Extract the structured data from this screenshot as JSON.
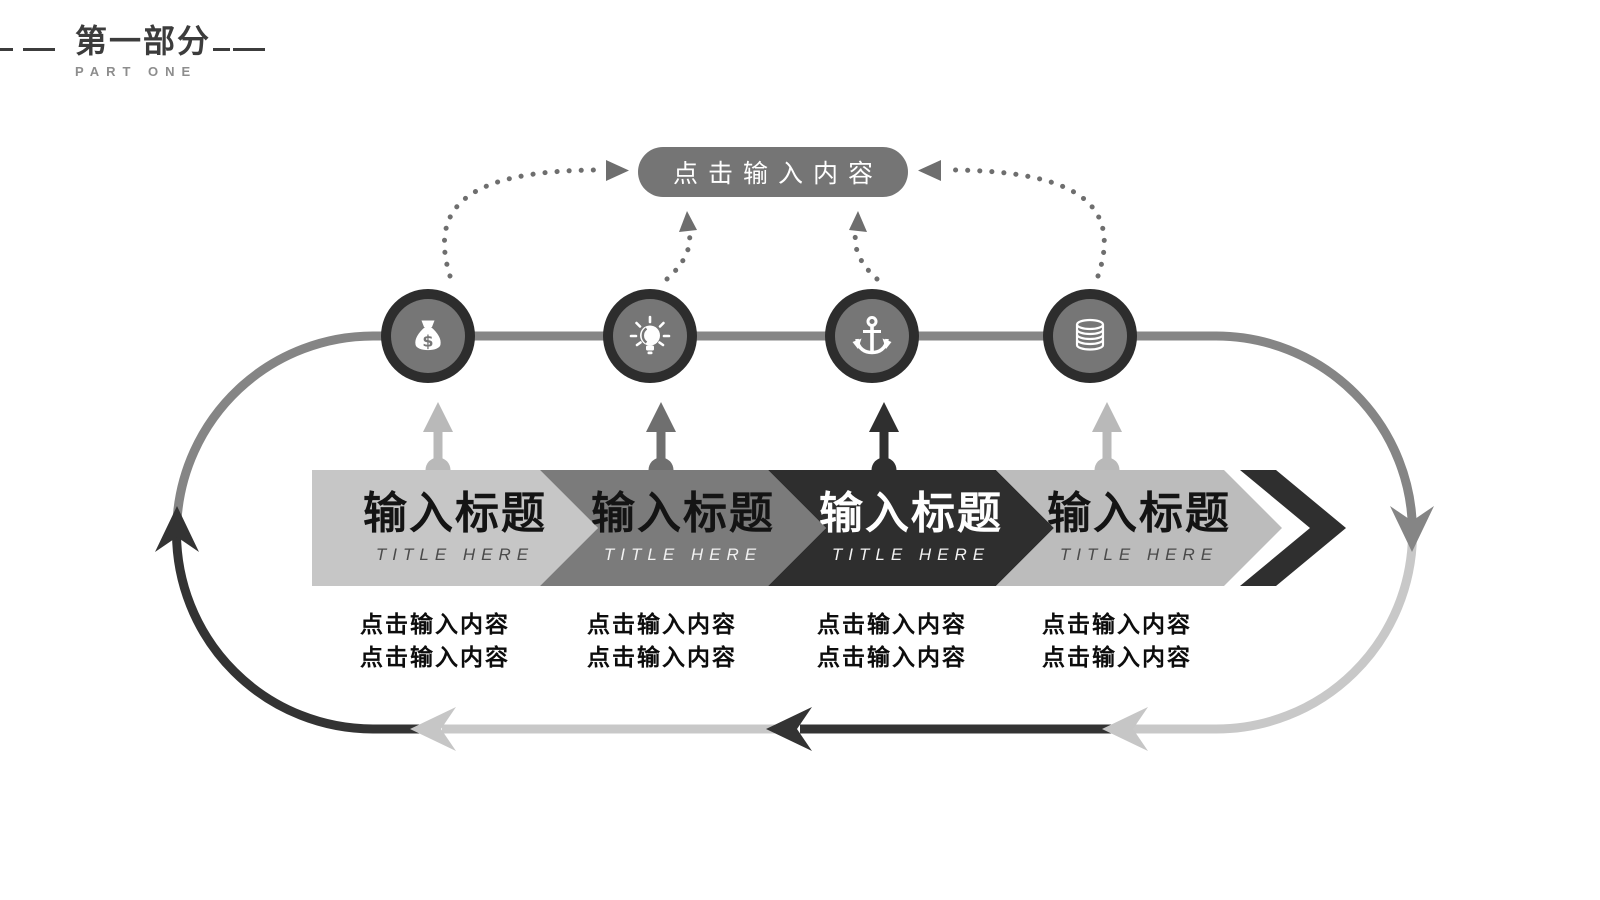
{
  "header": {
    "title": "第一部分",
    "subtitle": "PART ONE"
  },
  "pill": {
    "label": "点击输入内容"
  },
  "steps": [
    {
      "icon": "money-bag",
      "title": "输入标题",
      "subtitle": "TITLE HERE",
      "desc": [
        "点击输入内容",
        "点击输入内容"
      ]
    },
    {
      "icon": "light-bulb",
      "title": "输入标题",
      "subtitle": "TITLE HERE",
      "desc": [
        "点击输入内容",
        "点击输入内容"
      ]
    },
    {
      "icon": "anchor",
      "title": "输入标题",
      "subtitle": "TITLE HERE",
      "desc": [
        "点击输入内容",
        "点击输入内容"
      ]
    },
    {
      "icon": "coin-stack",
      "title": "输入标题",
      "subtitle": "TITLE HERE",
      "desc": [
        "点击输入内容",
        "点击输入内容"
      ]
    }
  ],
  "colors": {
    "banner1": "#c6c6c6",
    "banner2": "#7b7b7b",
    "banner3": "#2e2e2e",
    "banner4": "#bcbcbc",
    "pill_bg": "#757575",
    "node_ring": "#2d2d2d",
    "node_fill": "#767676",
    "loop_gray": "#858585",
    "loop_light": "#c8c8c8",
    "loop_dark": "#333333",
    "dotted": "#6e6e6e"
  }
}
